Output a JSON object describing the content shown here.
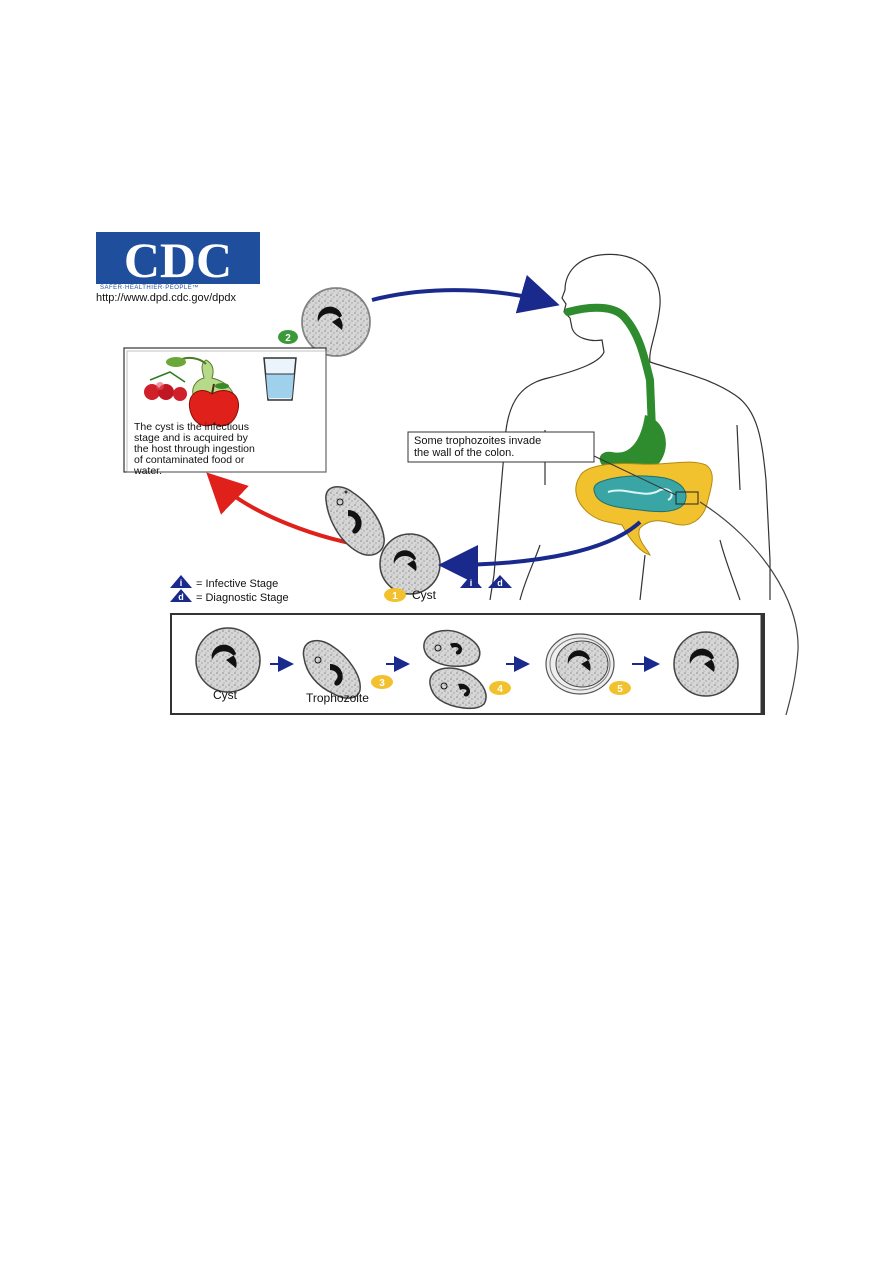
{
  "logo": {
    "text": "CDC",
    "tagline": "SAFER·HEALTHIER·PEOPLE™",
    "url": "http://www.dpd.cdc.gov/dpdx"
  },
  "info_box": {
    "lines": [
      "The cyst is the infectious",
      "stage and is acquired by",
      "the host through ingestion",
      "of contaminated food or",
      "water."
    ]
  },
  "callout": {
    "lines": [
      "Some trophozoites invade",
      "the wall of the colon."
    ]
  },
  "legend": {
    "infective_symbol": "i",
    "infective_label": "= Infective Stage",
    "diagnostic_symbol": "d",
    "diagnostic_label": "= Diagnostic Stage"
  },
  "stages": {
    "stage1_number": "1",
    "stage1_label": "Cyst",
    "stage2_number": "2",
    "stage3_number": "3",
    "stage4_number": "4",
    "stage5_number": "5"
  },
  "development_panel": {
    "cyst_label": "Cyst",
    "trophozoite_label": "Trophozoite"
  },
  "colors": {
    "cdc_blue": "#1f4e9c",
    "arrow_blue": "#1a2a8c",
    "arrow_red": "#e0201a",
    "digestive_green": "#2e8b2e",
    "small_intestine_teal": "#3aa5a5",
    "colon_yellow": "#f2c12e",
    "badge_green": "#3a9a3a",
    "badge_yellow": "#f2c12e"
  }
}
